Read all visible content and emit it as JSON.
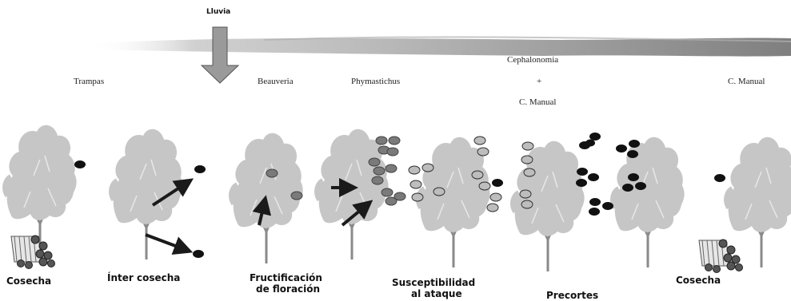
{
  "rain_label": "Lluvia",
  "controls": {
    "trampas": "Trampas",
    "beauveria": "Beauveria",
    "phymastichus": "Phymastichus",
    "cephalonomia_line1": "Cephalonomia",
    "cephalonomia_plus": "+",
    "cephalonomia_line2": "C. Manual",
    "manual": "C. Manual"
  },
  "stages": {
    "cosecha_left": "Cosecha",
    "inter_cosecha": "Ínter cosecha",
    "fructificacion_1": "Fructificación",
    "fructificacion_2": "de floración",
    "susceptibilidad_1": "Susceptibilidad",
    "susceptibilidad_2": "al ataque",
    "precortes": "Precortes",
    "cosecha_right": "Cosecha"
  },
  "colors": {
    "tree": "#c6c6c6",
    "trunk": "#8a8a8a",
    "berry_dark": "#111111",
    "berry_gray": "#7a7a7a",
    "arrow": "#1a1a1a",
    "rain_arrow": "#9a9a9a"
  }
}
